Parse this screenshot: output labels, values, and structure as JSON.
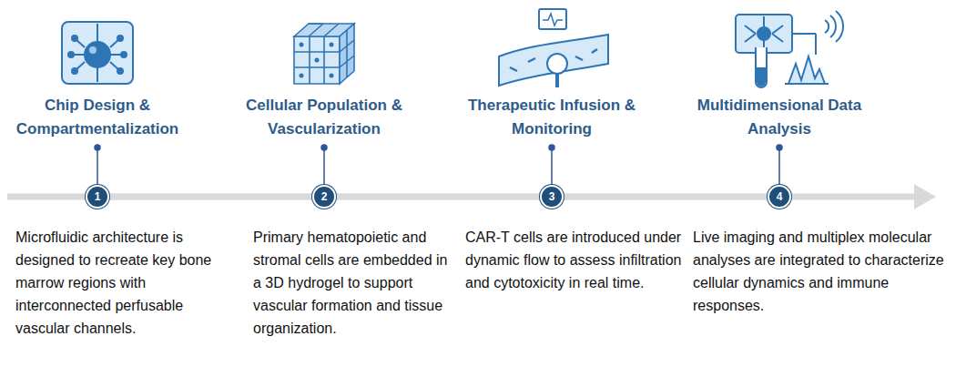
{
  "diagram": {
    "nodes": [
      {
        "text": [
          "1"
        ]
      },
      {
        "text": [
          "2"
        ]
      },
      {
        "text": [
          "3"
        ]
      },
      {
        "text": [
          "4"
        ]
      }
    ],
    "edges": [
      {
        "from": 0,
        "to": 1,
        "arrow": "none"
      },
      {
        "from": 1,
        "to": 2,
        "arrow": "none"
      },
      {
        "from": 2,
        "to": 3,
        "arrow": "none"
      }
    ],
    "labels": [
      "Chip Design & Compartmentalization",
      "Cellular Population & Vascularization",
      "Therapeutic Infusion & Monitoring",
      "Multidimensional Data Analysis",
      "Microfluidic architecture is designed to recreate key bone marrow regions with interconnected perfusable vascular channels.",
      "Primary hematopoietic and stromal cells are embedded in a 3D hydrogel to support vascular formation and tissue organization.",
      "CAR-T cells are introduced under dynamic flow to assess infiltration and cytotoxicity in real time.",
      "Live imaging and multiplex molecular analyses are integrated to characterize cellular dynamics and immune responses."
    ]
  }
}
